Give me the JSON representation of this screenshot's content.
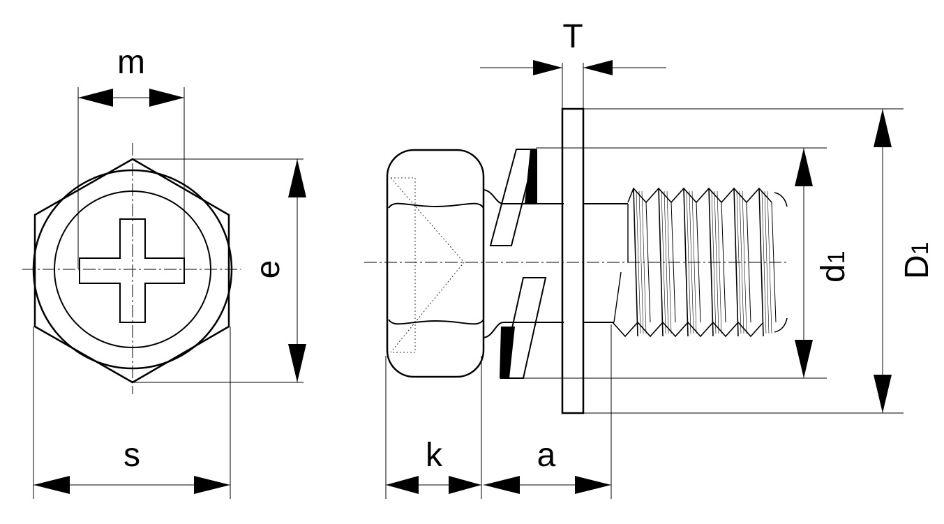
{
  "diagram": {
    "labels": {
      "m": "m",
      "e": "e",
      "s": "s",
      "T": "T",
      "d1_main": "d",
      "d1_sub": "1",
      "D1_main": "D",
      "D1_sub": "1",
      "k": "k",
      "a": "a"
    },
    "colors": {
      "line": "#000000",
      "background": "#ffffff"
    }
  }
}
